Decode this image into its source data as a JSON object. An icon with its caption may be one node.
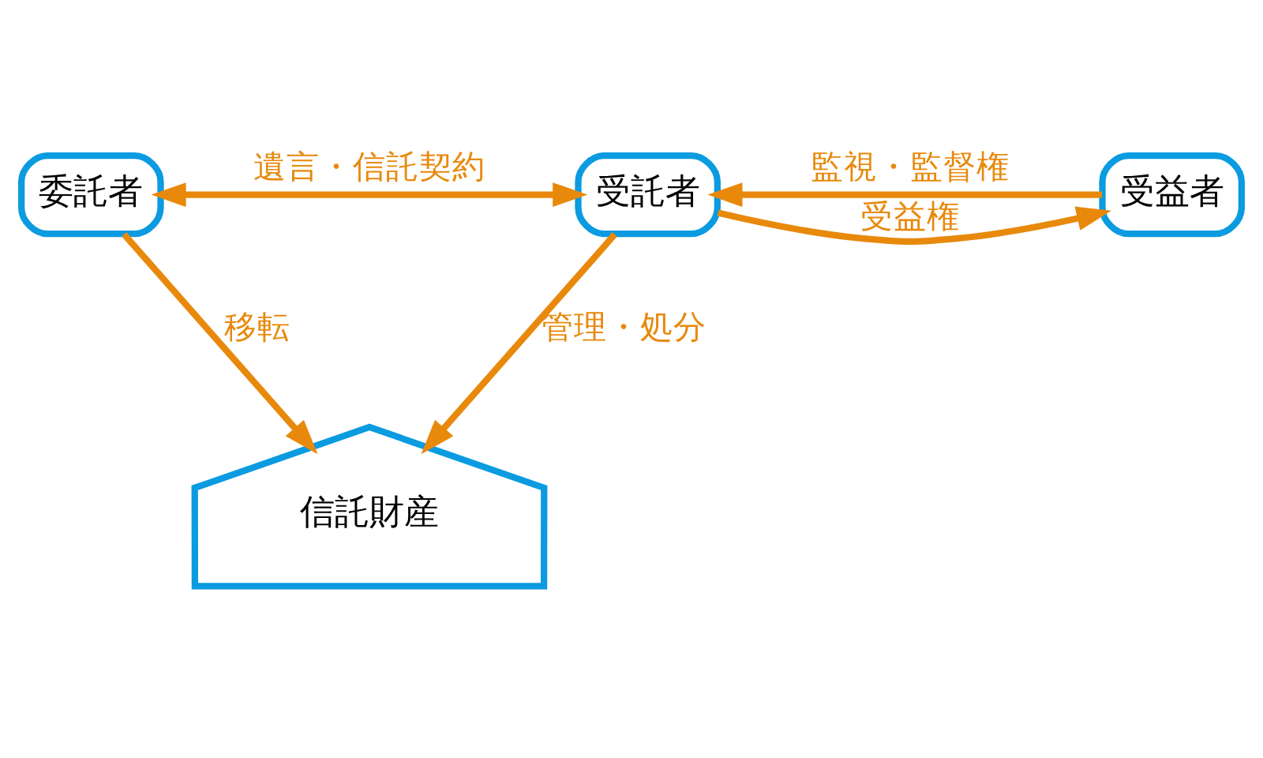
{
  "diagram": {
    "nodes": [
      {
        "text": [
          "委託者"
        ]
      },
      {
        "text": [
          "受託者"
        ]
      },
      {
        "text": [
          "受益者"
        ]
      },
      {
        "text": [
          "信託財産"
        ]
      }
    ],
    "edges": [
      {
        "from": 0,
        "to": 1,
        "arrow": "both",
        "label": "遺言・信託契約"
      },
      {
        "from": 2,
        "to": 1,
        "arrow": "to",
        "label": "監視・監督権"
      },
      {
        "from": 1,
        "to": 2,
        "arrow": "to",
        "label": "受益権"
      },
      {
        "from": 0,
        "to": 3,
        "arrow": "to",
        "label": "移転"
      },
      {
        "from": 1,
        "to": 3,
        "arrow": "to",
        "label": "管理・処分"
      }
    ]
  }
}
